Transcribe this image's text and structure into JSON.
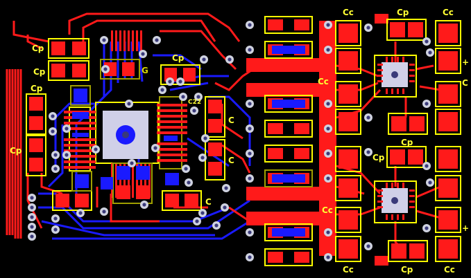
{
  "view": {
    "title": "",
    "colors": {
      "background": "#000000",
      "top_copper": "#ff1a1a",
      "bottom_copper": "#1a1aff",
      "silkscreen": "#ffff00",
      "pad_outline": "#a0a000",
      "via": "#cfd2e0",
      "via_hole": "#3a3a7a",
      "ic_pad": "#d0d0e8"
    }
  },
  "designators": {
    "cp": "Cp",
    "cc": "Cc",
    "plus": "+",
    "c_partial": "C",
    "c22": "C22",
    "g_partial": "G"
  },
  "icons": {
    "board": "pcb-layout-canvas",
    "ic": "qfn-chip-icon",
    "via": "via-icon"
  }
}
